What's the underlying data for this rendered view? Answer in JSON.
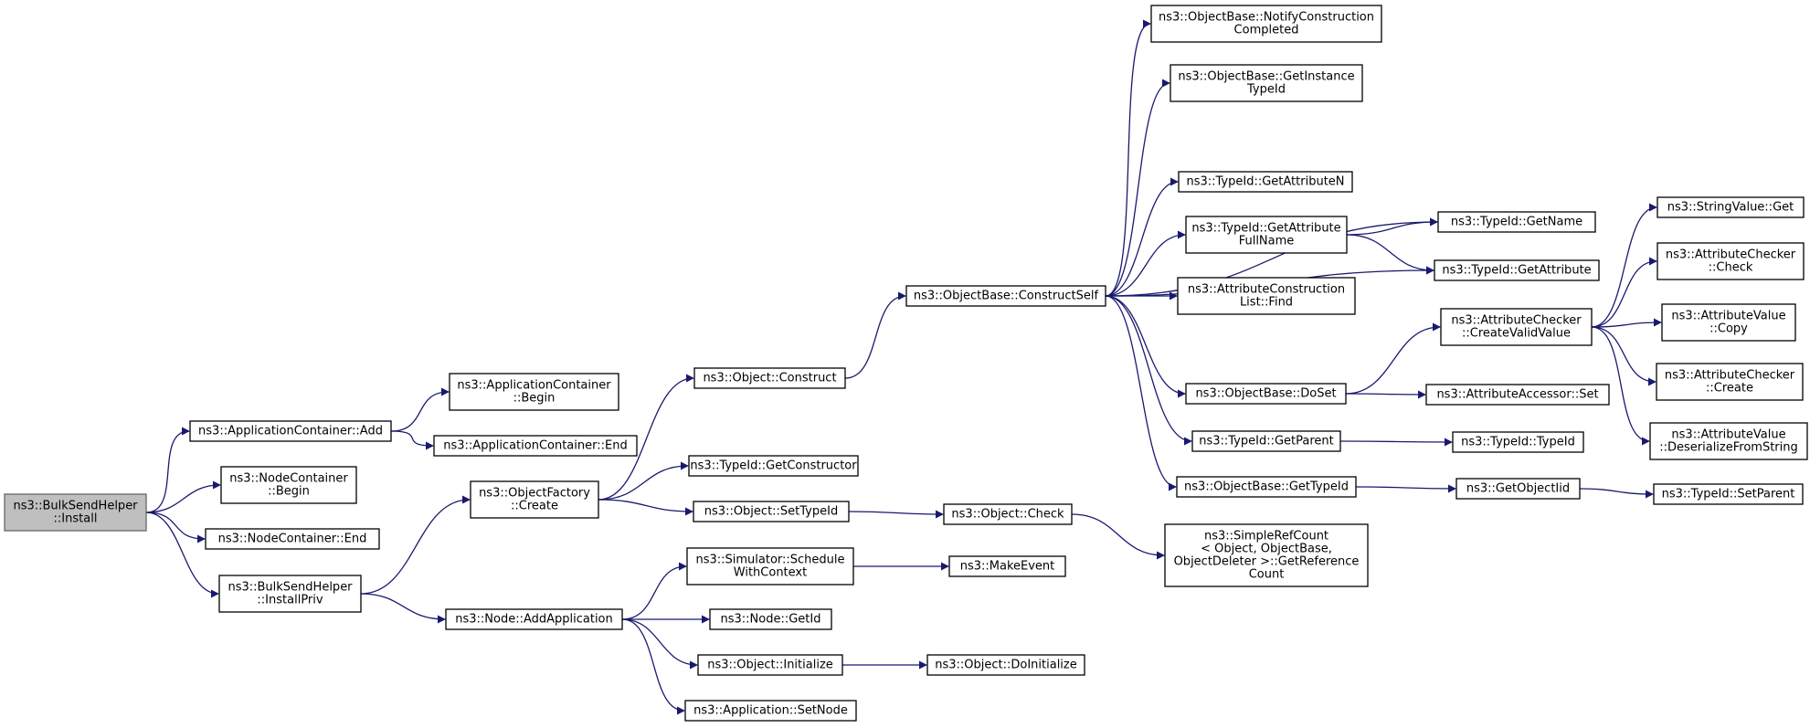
{
  "diagram": {
    "type": "call-graph",
    "colors": {
      "edge": "#191970",
      "node_border": "#000000",
      "root_fill": "#bfbfbf",
      "root_border": "#666666",
      "background": "#ffffff"
    },
    "nodes": {
      "bulksend_install": {
        "lines": [
          "ns3::BulkSendHelper",
          "::Install"
        ],
        "root": true
      },
      "appcontainer_add": {
        "lines": [
          "ns3::ApplicationContainer::Add"
        ]
      },
      "nodecontainer_begin": {
        "lines": [
          "ns3::NodeContainer",
          "::Begin"
        ]
      },
      "nodecontainer_end": {
        "lines": [
          "ns3::NodeContainer::End"
        ]
      },
      "bulksend_installpriv": {
        "lines": [
          "ns3::BulkSendHelper",
          "::InstallPriv"
        ]
      },
      "appcontainer_begin": {
        "lines": [
          "ns3::ApplicationContainer",
          "::Begin"
        ]
      },
      "appcontainer_end": {
        "lines": [
          "ns3::ApplicationContainer::End"
        ]
      },
      "objectfactory_create": {
        "lines": [
          "ns3::ObjectFactory",
          "::Create"
        ]
      },
      "node_addapplication": {
        "lines": [
          "ns3::Node::AddApplication"
        ]
      },
      "object_construct": {
        "lines": [
          "ns3::Object::Construct"
        ]
      },
      "typeid_getconstructor": {
        "lines": [
          "ns3::TypeId::GetConstructor"
        ]
      },
      "object_settypeid": {
        "lines": [
          "ns3::Object::SetTypeId"
        ]
      },
      "simulator_schedulewithcontext": {
        "lines": [
          "ns3::Simulator::Schedule",
          "WithContext"
        ]
      },
      "node_getid": {
        "lines": [
          "ns3::Node::GetId"
        ]
      },
      "object_initialize": {
        "lines": [
          "ns3::Object::Initialize"
        ]
      },
      "application_setnode": {
        "lines": [
          "ns3::Application::SetNode"
        ]
      },
      "objectbase_constructself": {
        "lines": [
          "ns3::ObjectBase::ConstructSelf"
        ]
      },
      "object_check": {
        "lines": [
          "ns3::Object::Check"
        ]
      },
      "makeevent": {
        "lines": [
          "ns3::MakeEvent"
        ]
      },
      "object_doinitialize": {
        "lines": [
          "ns3::Object::DoInitialize"
        ]
      },
      "objectbase_notifyconstructioncompleted": {
        "lines": [
          "ns3::ObjectBase::NotifyConstruction",
          "Completed"
        ]
      },
      "objectbase_getinstancetypeid": {
        "lines": [
          "ns3::ObjectBase::GetInstance",
          "TypeId"
        ]
      },
      "typeid_getattributen": {
        "lines": [
          "ns3::TypeId::GetAttributeN"
        ]
      },
      "typeid_getattributefullname": {
        "lines": [
          "ns3::TypeId::GetAttribute",
          "FullName"
        ]
      },
      "attributeconstructionlist_find": {
        "lines": [
          "ns3::AttributeConstruction",
          "List::Find"
        ]
      },
      "objectbase_doset": {
        "lines": [
          "ns3::ObjectBase::DoSet"
        ]
      },
      "typeid_getparent": {
        "lines": [
          "ns3::TypeId::GetParent"
        ]
      },
      "objectbase_gettypeid": {
        "lines": [
          "ns3::ObjectBase::GetTypeId"
        ]
      },
      "simplerefcount_getreferencecount": {
        "lines": [
          "ns3::SimpleRefCount",
          "< Object, ObjectBase,",
          "ObjectDeleter >::GetReference",
          "Count"
        ]
      },
      "typeid_getname": {
        "lines": [
          "ns3::TypeId::GetName"
        ]
      },
      "typeid_getattribute": {
        "lines": [
          "ns3::TypeId::GetAttribute"
        ]
      },
      "attributechecker_createvalidvalue": {
        "lines": [
          "ns3::AttributeChecker",
          "::CreateValidValue"
        ]
      },
      "attributeaccessor_set": {
        "lines": [
          "ns3::AttributeAccessor::Set"
        ]
      },
      "typeid_typeid": {
        "lines": [
          "ns3::TypeId::TypeId"
        ]
      },
      "getobjectiid": {
        "lines": [
          "ns3::GetObjectIid"
        ]
      },
      "stringvalue_get": {
        "lines": [
          "ns3::StringValue::Get"
        ]
      },
      "attributechecker_check": {
        "lines": [
          "ns3::AttributeChecker",
          "::Check"
        ]
      },
      "attributevalue_copy": {
        "lines": [
          "ns3::AttributeValue",
          "::Copy"
        ]
      },
      "attributechecker_create": {
        "lines": [
          "ns3::AttributeChecker",
          "::Create"
        ]
      },
      "attributevalue_deserializefromstring": {
        "lines": [
          "ns3::AttributeValue",
          "::DeserializeFromString"
        ]
      },
      "typeid_setparent": {
        "lines": [
          "ns3::TypeId::SetParent"
        ]
      }
    },
    "edges": [
      [
        "bulksend_install",
        "appcontainer_add"
      ],
      [
        "bulksend_install",
        "nodecontainer_begin"
      ],
      [
        "bulksend_install",
        "nodecontainer_end"
      ],
      [
        "bulksend_install",
        "bulksend_installpriv"
      ],
      [
        "appcontainer_add",
        "appcontainer_begin"
      ],
      [
        "appcontainer_add",
        "appcontainer_end"
      ],
      [
        "bulksend_installpriv",
        "objectfactory_create"
      ],
      [
        "bulksend_installpriv",
        "node_addapplication"
      ],
      [
        "objectfactory_create",
        "object_construct"
      ],
      [
        "objectfactory_create",
        "typeid_getconstructor"
      ],
      [
        "objectfactory_create",
        "object_settypeid"
      ],
      [
        "object_construct",
        "objectbase_constructself"
      ],
      [
        "object_settypeid",
        "object_check"
      ],
      [
        "object_check",
        "simplerefcount_getreferencecount"
      ],
      [
        "node_addapplication",
        "simulator_schedulewithcontext"
      ],
      [
        "node_addapplication",
        "node_getid"
      ],
      [
        "node_addapplication",
        "object_initialize"
      ],
      [
        "node_addapplication",
        "application_setnode"
      ],
      [
        "simulator_schedulewithcontext",
        "makeevent"
      ],
      [
        "object_initialize",
        "object_doinitialize"
      ],
      [
        "objectbase_constructself",
        "objectbase_notifyconstructioncompleted"
      ],
      [
        "objectbase_constructself",
        "objectbase_getinstancetypeid"
      ],
      [
        "objectbase_constructself",
        "typeid_getname"
      ],
      [
        "objectbase_constructself",
        "typeid_getattributen"
      ],
      [
        "objectbase_constructself",
        "typeid_getattributefullname"
      ],
      [
        "objectbase_constructself",
        "attributeconstructionlist_find"
      ],
      [
        "objectbase_constructself",
        "typeid_getattribute"
      ],
      [
        "objectbase_constructself",
        "objectbase_doset"
      ],
      [
        "objectbase_constructself",
        "typeid_getparent"
      ],
      [
        "objectbase_constructself",
        "objectbase_gettypeid"
      ],
      [
        "typeid_getattributefullname",
        "typeid_getname"
      ],
      [
        "typeid_getattributefullname",
        "typeid_getattribute"
      ],
      [
        "objectbase_doset",
        "attributechecker_createvalidvalue"
      ],
      [
        "objectbase_doset",
        "attributeaccessor_set"
      ],
      [
        "typeid_getparent",
        "typeid_typeid"
      ],
      [
        "objectbase_gettypeid",
        "getobjectiid"
      ],
      [
        "getobjectiid",
        "typeid_setparent"
      ],
      [
        "attributechecker_createvalidvalue",
        "stringvalue_get"
      ],
      [
        "attributechecker_createvalidvalue",
        "attributechecker_check"
      ],
      [
        "attributechecker_createvalidvalue",
        "attributevalue_copy"
      ],
      [
        "attributechecker_createvalidvalue",
        "attributechecker_create"
      ],
      [
        "attributechecker_createvalidvalue",
        "attributevalue_deserializefromstring"
      ]
    ]
  }
}
